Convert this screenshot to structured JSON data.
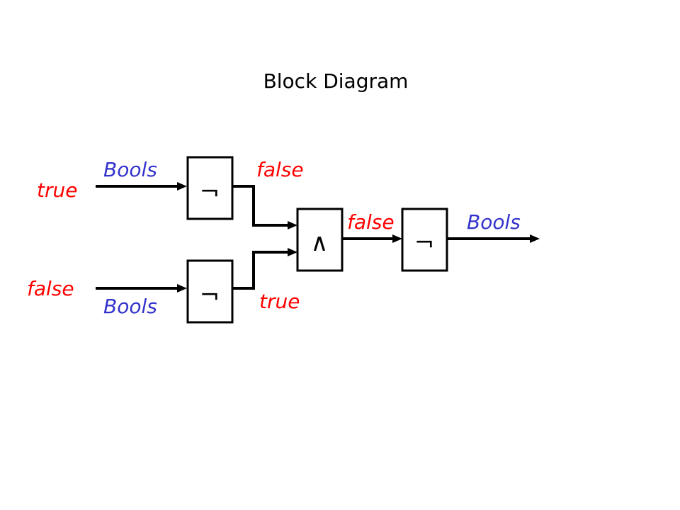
{
  "title": "Block Diagram",
  "colors": {
    "value_label": "#ff0000",
    "type_label": "#3333cc",
    "line": "#000000"
  },
  "gates": {
    "not_top": {
      "symbol": "¬"
    },
    "not_bottom": {
      "symbol": "¬"
    },
    "and": {
      "symbol": "∧"
    },
    "not_output": {
      "symbol": "¬"
    }
  },
  "labels": {
    "input_top_value": "true",
    "input_top_type": "Bools",
    "not_top_output_value": "false",
    "input_bottom_value": "false",
    "input_bottom_type": "Bools",
    "not_bottom_output_value": "true",
    "and_output_value": "false",
    "output_type": "Bools"
  }
}
